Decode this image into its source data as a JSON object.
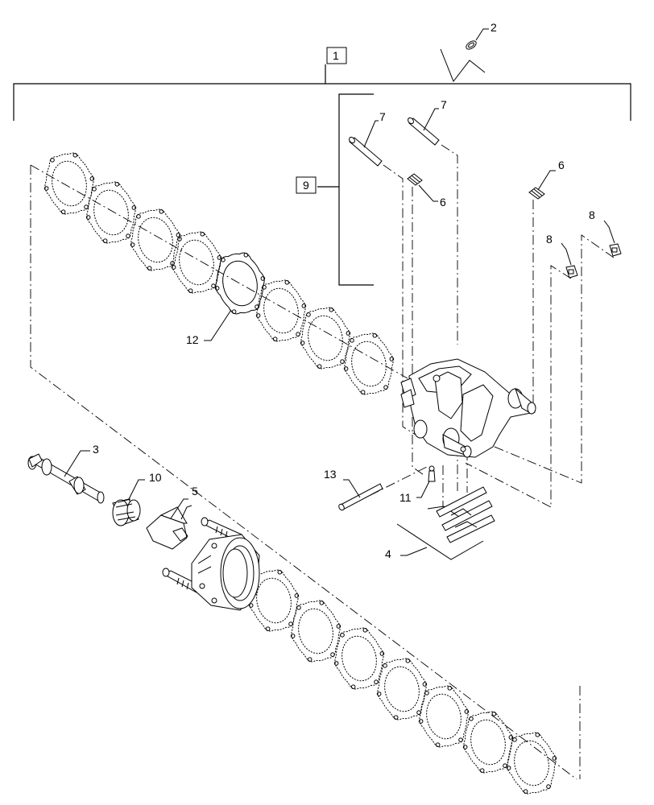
{
  "diagram": {
    "callouts": {
      "c1": "1",
      "c2": "2",
      "c3": "3",
      "c4": "4",
      "c5": "5",
      "c6a": "6",
      "c6b": "6",
      "c7a": "7",
      "c7b": "7",
      "c8a": "8",
      "c8b": "8",
      "c9": "9",
      "c10": "10",
      "c11": "11",
      "c12": "12",
      "c13": "13"
    }
  }
}
